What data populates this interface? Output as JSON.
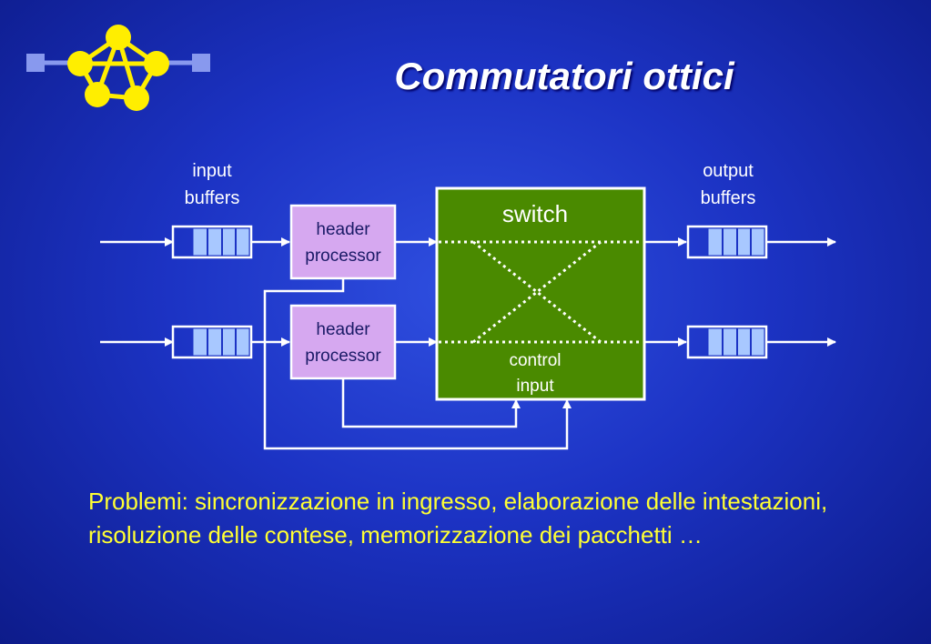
{
  "slide": {
    "title": "Commutatori ottici",
    "caption": "Problemi: sincronizzazione in ingresso, elaborazione delle intestazioni, risoluzione delle contese, memorizzazione dei pacchetti …"
  },
  "diagram": {
    "input_buffers_label": [
      "input",
      "buffers"
    ],
    "output_buffers_label": [
      "output",
      "buffers"
    ],
    "header_processor_label": [
      "header",
      "processor"
    ],
    "switch_label": "switch",
    "control_input_label": [
      "control",
      "input"
    ]
  },
  "colors": {
    "background": "#1c33c4",
    "title": "#ffffff",
    "caption": "#ffff33",
    "switch_fill": "#4a8a00",
    "header_fill": "#d6a8f0",
    "buffer_fill": "#a8c8ff",
    "logo_node": "#ffee00",
    "logo_terminal": "#8899ee"
  },
  "icons": {
    "logo": "network-graph-icon"
  }
}
